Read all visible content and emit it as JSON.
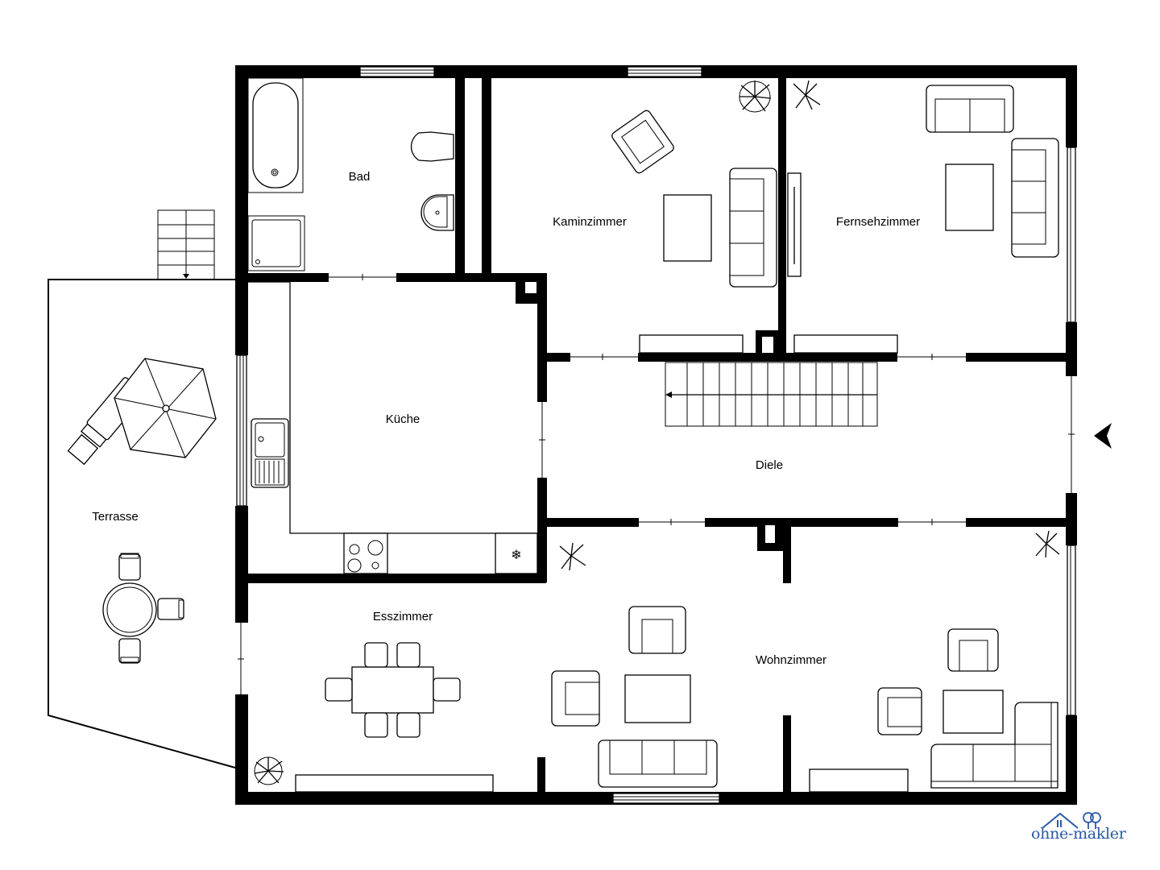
{
  "plan": {
    "type": "floor-plan",
    "rooms": [
      {
        "id": "bad",
        "label": "Bad"
      },
      {
        "id": "kaminzimmer",
        "label": "Kaminzimmer"
      },
      {
        "id": "fernsehzimmer",
        "label": "Fernsehzimmer"
      },
      {
        "id": "kueche",
        "label": "Küche"
      },
      {
        "id": "diele",
        "label": "Diele"
      },
      {
        "id": "terrasse",
        "label": "Terrasse"
      },
      {
        "id": "esszimmer",
        "label": "Esszimmer"
      },
      {
        "id": "wohnzimmer",
        "label": "Wohnzimmer"
      }
    ],
    "entrance_marker": "entrance-arrow",
    "colors": {
      "walls": "#000000",
      "background": "#ffffff",
      "logo": "#2a5aa8"
    }
  },
  "logo": {
    "text": "ohne-makler"
  }
}
